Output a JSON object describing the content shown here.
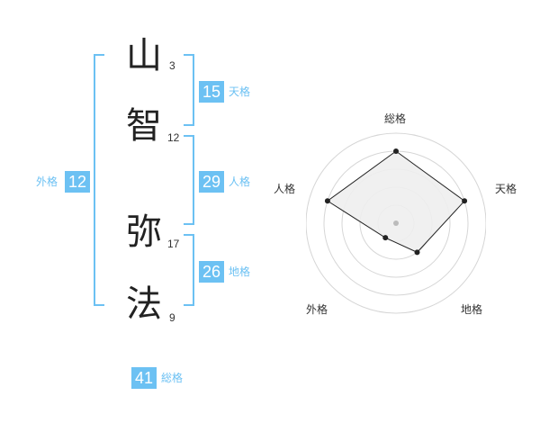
{
  "name": {
    "chars": [
      {
        "char": "山",
        "strokes": "3"
      },
      {
        "char": "智",
        "strokes": "12"
      },
      {
        "char": "弥",
        "strokes": "17"
      },
      {
        "char": "法",
        "strokes": "9"
      }
    ]
  },
  "kaku": {
    "tenkaku": {
      "value": "15",
      "label": "天格"
    },
    "jinkaku": {
      "value": "29",
      "label": "人格"
    },
    "chikaku": {
      "value": "26",
      "label": "地格"
    },
    "gaikaku": {
      "value": "12",
      "label": "外格"
    },
    "soukaku": {
      "value": "41",
      "label": "総格"
    }
  },
  "chart_data": {
    "type": "radar",
    "axes": [
      "総格",
      "天格",
      "地格",
      "外格",
      "人格"
    ],
    "values": [
      4,
      4,
      2,
      1,
      4
    ],
    "max": 5,
    "rings": 5,
    "colors": {
      "line": "#222222",
      "fill": "#eeeeee",
      "grid": "#d6d6d6",
      "center": "#bbbbbb"
    }
  }
}
